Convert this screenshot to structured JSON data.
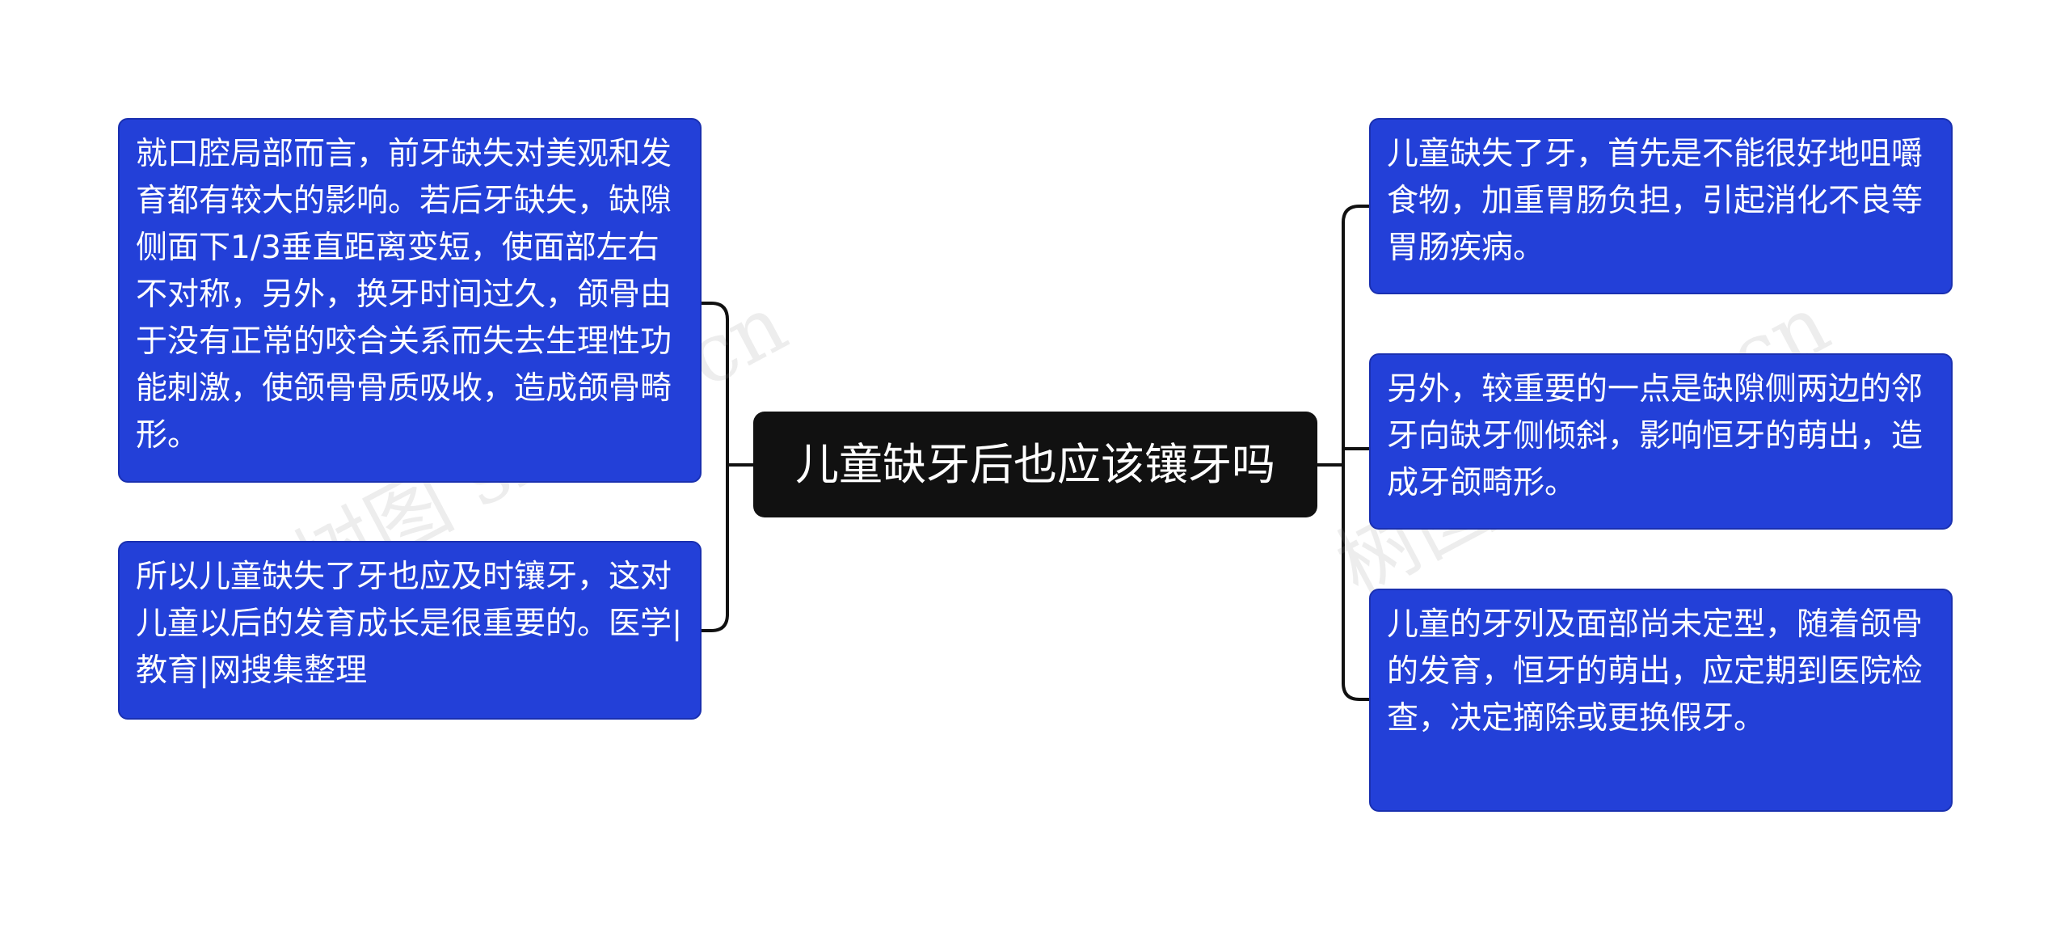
{
  "mindmap": {
    "root": {
      "text": "儿童缺牙后也应该镶牙吗"
    },
    "left_nodes": [
      {
        "text": "就口腔局部而言，前牙缺失对美观和发育都有较大的影响。若后牙缺失，缺隙侧面下1/3垂直距离变短，使面部左右不对称，另外，换牙时间过久，颌骨由于没有正常的咬合关系而失去生理性功能刺激，使颌骨骨质吸收，造成颌骨畸形。"
      },
      {
        "text": "所以儿童缺失了牙也应及时镶牙，这对儿童以后的发育成长是很重要的。医学|教育|网搜集整理"
      }
    ],
    "right_nodes": [
      {
        "text": "儿童缺失了牙，首先是不能很好地咀嚼食物，加重胃肠负担，引起消化不良等胃肠疾病。"
      },
      {
        "text": "另外，较重要的一点是缺隙侧两边的邻牙向缺牙侧倾斜，影响恒牙的萌出，造成牙颌畸形。"
      },
      {
        "text": "儿童的牙列及面部尚未定型，随着颌骨的发育，恒牙的萌出，应定期到医院检查，决定摘除或更换假牙。"
      }
    ]
  },
  "watermarks": [
    "树图 shutu.cn",
    "树图 shutu.cn"
  ],
  "colors": {
    "node_fill": "#2340d8",
    "node_border": "#1a30b0",
    "root_fill": "#111111",
    "connector": "#111111",
    "text": "#ffffff"
  }
}
